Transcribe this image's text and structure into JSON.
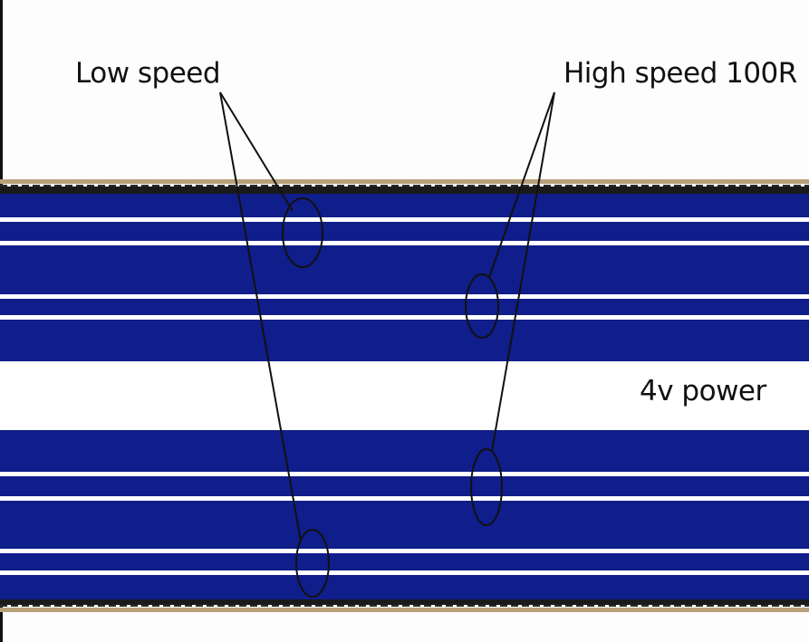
{
  "labels": {
    "low_speed": "Low speed",
    "high_speed": "High speed 100R",
    "power": "4v power"
  },
  "colors": {
    "background": "#fdfdfd",
    "conductor_fill": "#0f1e8a",
    "gap_line": "#ffffff",
    "edge_tan": "#b8a07a",
    "edge_dark": "#1a1a1a",
    "annotation": "#111111"
  }
}
